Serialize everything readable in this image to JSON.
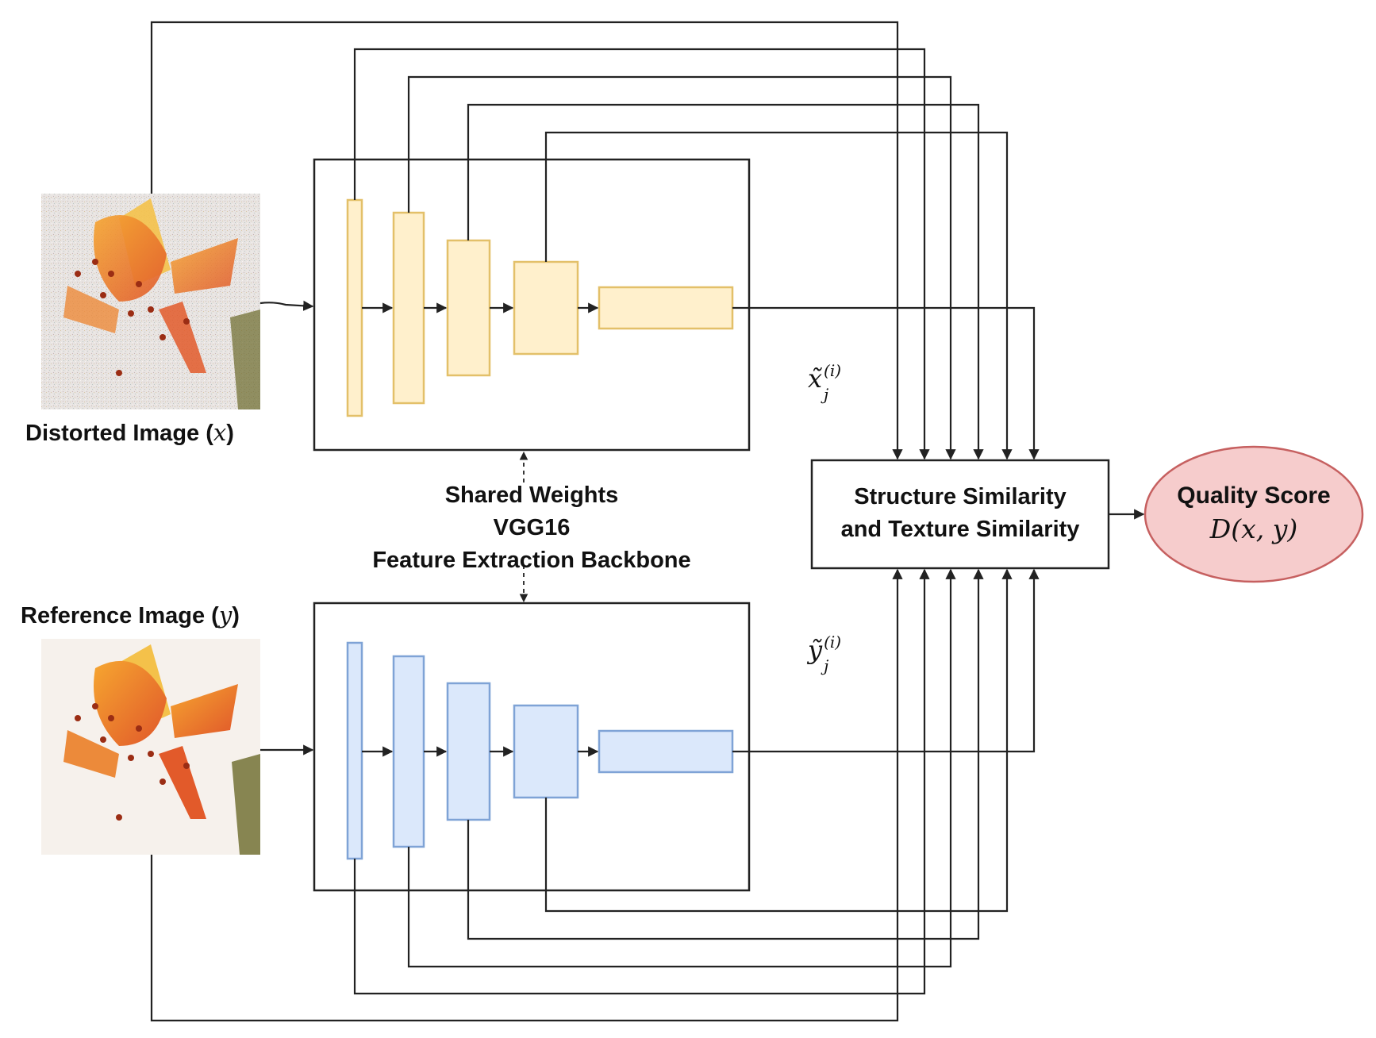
{
  "labels": {
    "distorted_prefix": "Distorted Image (",
    "distorted_var": "x",
    "reference_prefix": "Reference Image (",
    "reference_var": "y",
    "close_paren": ")",
    "shared_line1": "Shared Weights",
    "shared_line2": "VGG16",
    "shared_line3": "Feature Extraction Backbone",
    "similarity_line1": "Structure Similarity",
    "similarity_line2": "and Texture Similarity",
    "score_line1": "Quality Score",
    "score_formula": "D(x, y)",
    "x_feature_base": "x̃",
    "x_feature_sub": "j",
    "y_feature_base": "ỹ",
    "y_feature_sub": "j",
    "feature_sup": "(i)"
  },
  "colors": {
    "distorted_layer_fill": "#fff0cc",
    "distorted_layer_stroke": "#e3c069",
    "reference_layer_fill": "#dbe8fb",
    "reference_layer_stroke": "#7fa3d6",
    "score_fill": "#f6cccc",
    "score_stroke": "#c66060",
    "line": "#222222"
  }
}
